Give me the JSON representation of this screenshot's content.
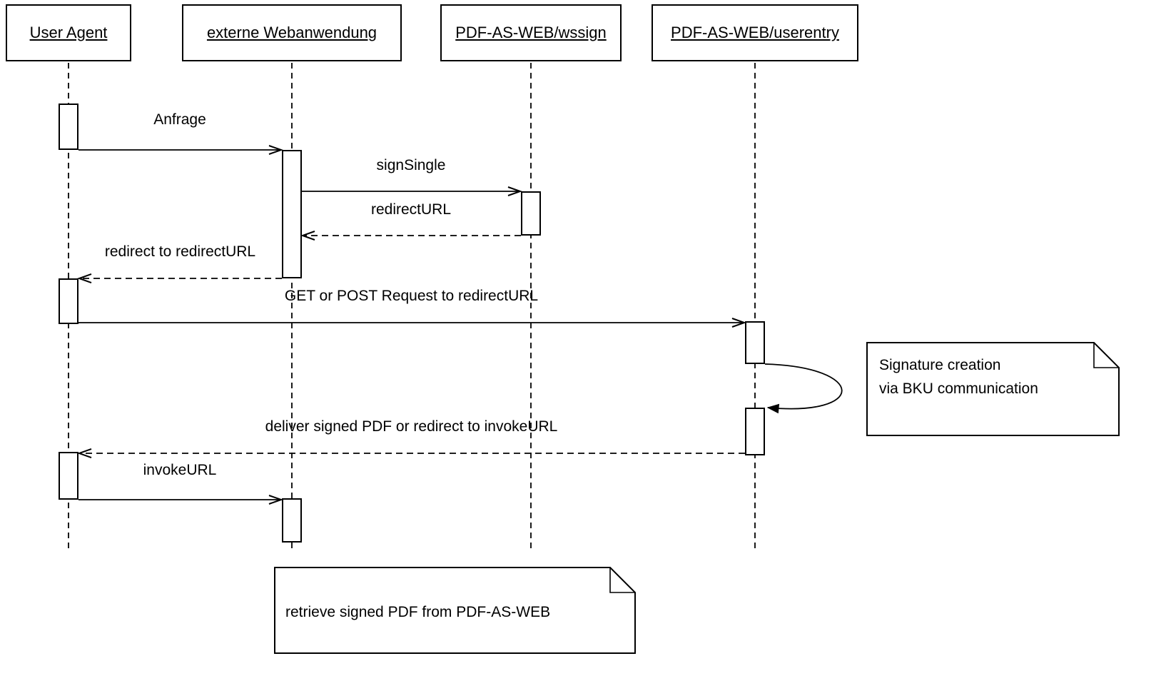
{
  "diagram": {
    "type": "uml-sequence",
    "background_color": "#ffffff",
    "line_color": "#000000",
    "actors": [
      {
        "id": "user-agent",
        "label": "User Agent"
      },
      {
        "id": "externe-webanwendung",
        "label": "externe Webanwendung"
      },
      {
        "id": "pdf-as-web-wssign",
        "label": "PDF-AS-WEB/wssign"
      },
      {
        "id": "pdf-as-web-userentry",
        "label": "PDF-AS-WEB/userentry"
      }
    ],
    "messages": [
      {
        "from": "user-agent",
        "to": "externe-webanwendung",
        "style": "solid",
        "label": "Anfrage"
      },
      {
        "from": "externe-webanwendung",
        "to": "pdf-as-web-wssign",
        "style": "solid",
        "label": "signSingle"
      },
      {
        "from": "pdf-as-web-wssign",
        "to": "externe-webanwendung",
        "style": "dashed",
        "label": "redirectURL"
      },
      {
        "from": "externe-webanwendung",
        "to": "user-agent",
        "style": "dashed",
        "label": "redirect to redirectURL"
      },
      {
        "from": "user-agent",
        "to": "pdf-as-web-userentry",
        "style": "solid",
        "label": "GET or POST Request to redirectURL"
      },
      {
        "from": "pdf-as-web-userentry",
        "to": "pdf-as-web-userentry",
        "style": "self",
        "label": ""
      },
      {
        "from": "pdf-as-web-userentry",
        "to": "user-agent",
        "style": "dashed",
        "label": "deliver signed PDF or redirect to invokeURL"
      },
      {
        "from": "user-agent",
        "to": "externe-webanwendung",
        "style": "solid",
        "label": "invokeURL"
      }
    ],
    "notes": [
      {
        "id": "signature-note",
        "text": "Signature creation\nvia BKU communication"
      },
      {
        "id": "retrieve-note",
        "text": "retrieve signed PDF from PDF-AS-WEB"
      }
    ]
  }
}
